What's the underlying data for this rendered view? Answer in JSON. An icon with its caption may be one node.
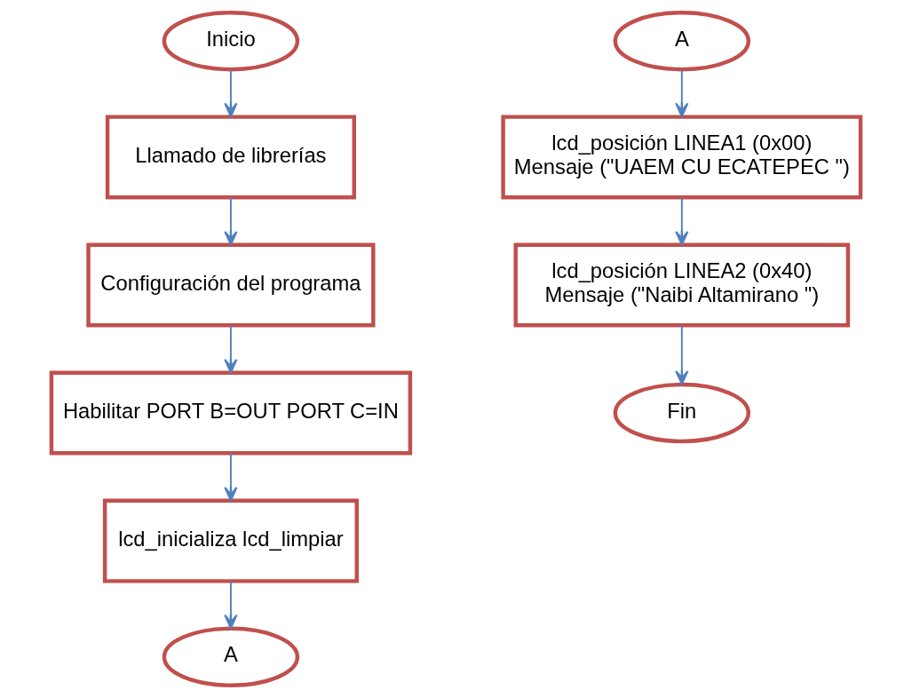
{
  "diagram": {
    "nodes": [
      {
        "text": [
          "Inicio"
        ]
      },
      {
        "text": [
          "Llamado de librerías"
        ]
      },
      {
        "text": [
          "Configuración del programa"
        ]
      },
      {
        "text": [
          "Habilitar PORT B=OUT PORT C=IN"
        ]
      },
      {
        "text": [
          "lcd_inicializa lcd_limpiar"
        ]
      },
      {
        "text": [
          "A"
        ]
      },
      {
        "text": [
          "A"
        ]
      },
      {
        "text": [
          "lcd_posición LINEA1 (0x00)",
          "Mensaje (\"UAEM CU ECATEPEC \")"
        ]
      },
      {
        "text": [
          "lcd_posición LINEA2 (0x40)",
          "Mensaje (\"Naibi Altamirano \")"
        ]
      },
      {
        "text": [
          "Fin"
        ]
      }
    ],
    "edges": [
      {
        "from": 0,
        "to": 1,
        "arrow": "to"
      },
      {
        "from": 1,
        "to": 2,
        "arrow": "to"
      },
      {
        "from": 2,
        "to": 3,
        "arrow": "to"
      },
      {
        "from": 3,
        "to": 4,
        "arrow": "to"
      },
      {
        "from": 4,
        "to": 5,
        "arrow": "to"
      },
      {
        "from": 6,
        "to": 7,
        "arrow": "to"
      },
      {
        "from": 7,
        "to": 8,
        "arrow": "to"
      },
      {
        "from": 8,
        "to": 9,
        "arrow": "to"
      }
    ]
  }
}
